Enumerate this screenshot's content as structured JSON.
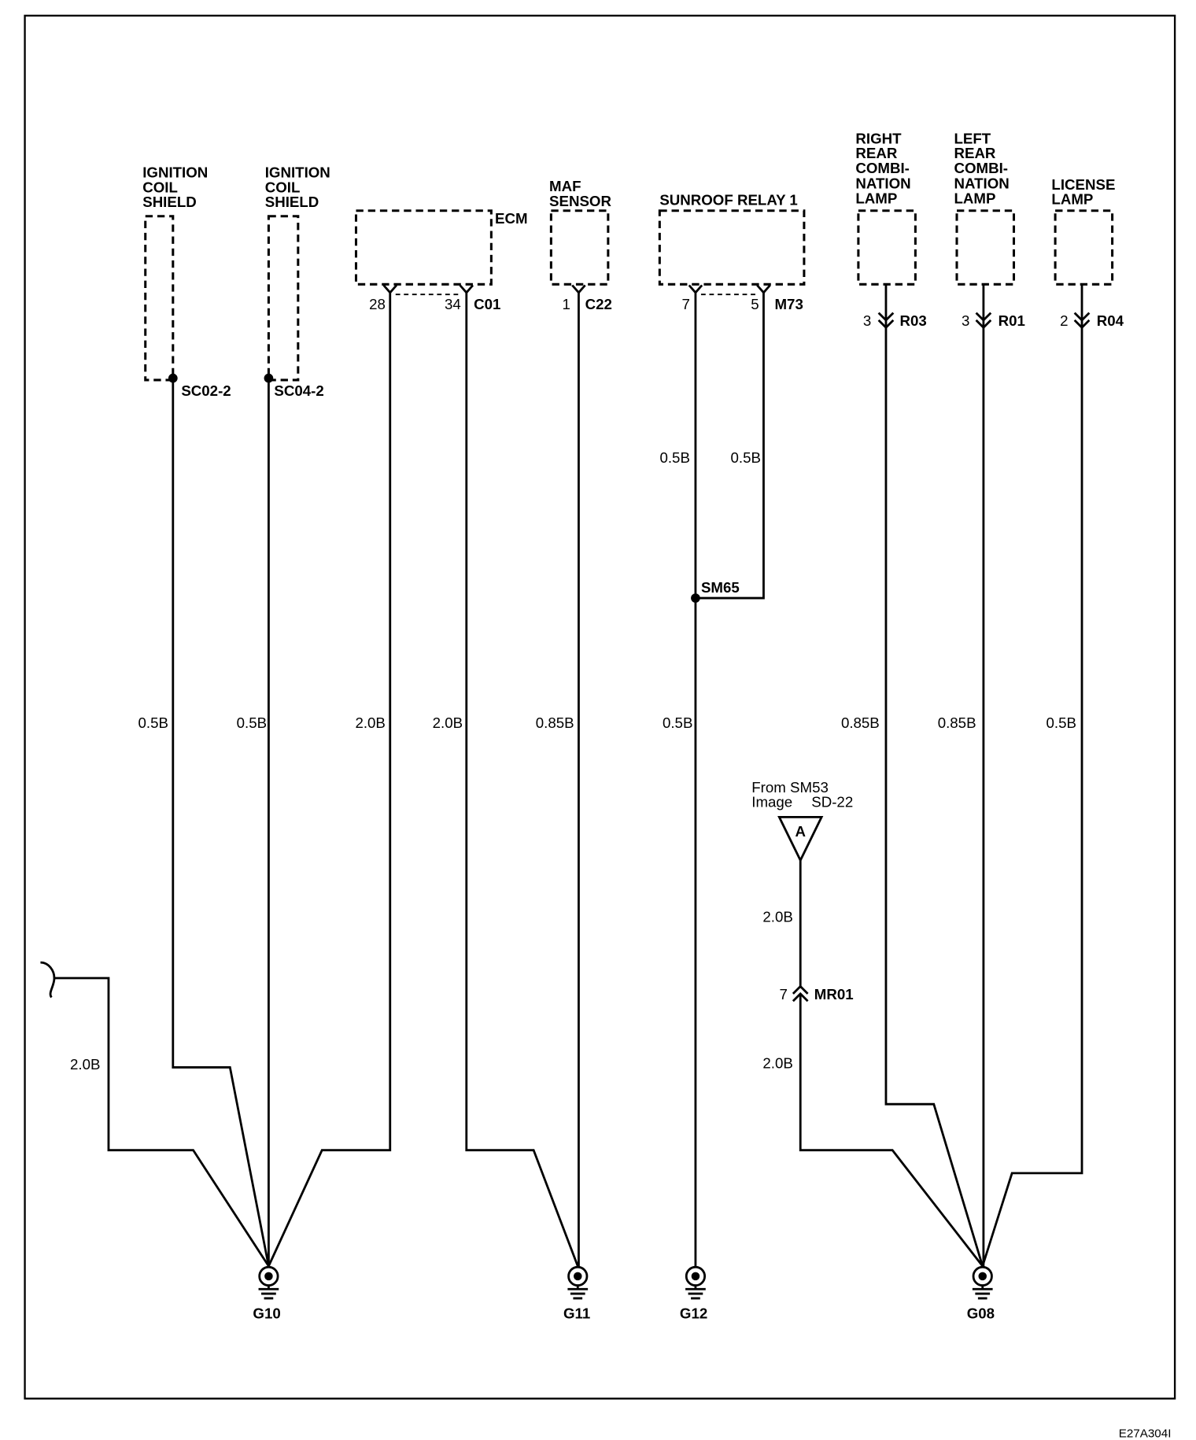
{
  "diagram_code": "E27A304I",
  "components": {
    "ignition_coil_shield_1": {
      "label": [
        "IGNITION",
        "COIL",
        "SHIELD"
      ],
      "splice": "SC02-2",
      "wire": "0.5B"
    },
    "ignition_coil_shield_2": {
      "label": [
        "IGNITION",
        "COIL",
        "SHIELD"
      ],
      "splice": "SC04-2",
      "wire": "0.5B"
    },
    "ecm": {
      "label": "ECM",
      "connector": "C01",
      "pins": [
        "28",
        "34"
      ],
      "wires": [
        "2.0B",
        "2.0B"
      ]
    },
    "maf_sensor": {
      "label": [
        "MAF",
        "SENSOR"
      ],
      "connector": "C22",
      "pin": "1",
      "wire": "0.85B"
    },
    "sunroof_relay": {
      "label": "SUNROOF RELAY 1",
      "connector": "M73",
      "pins": [
        "7",
        "5"
      ],
      "wires": [
        "0.5B",
        "0.5B"
      ],
      "splice": "SM65",
      "splice_wire": "0.5B"
    },
    "right_rear_lamp": {
      "label": [
        "RIGHT",
        "REAR",
        "COMBI-",
        "NATION",
        "LAMP"
      ],
      "connector": "R03",
      "pin": "3",
      "wire": "0.85B"
    },
    "left_rear_lamp": {
      "label": [
        "LEFT",
        "REAR",
        "COMBI-",
        "NATION",
        "LAMP"
      ],
      "connector": "R01",
      "pin": "3",
      "wire": "0.85B"
    },
    "license_lamp": {
      "label": [
        "LICENSE",
        "LAMP"
      ],
      "connector": "R04",
      "pin": "2",
      "wire": "0.5B"
    }
  },
  "offpage_a": {
    "from": "From SM53",
    "image_label": "Image",
    "image_ref": "SD-22",
    "letter": "A",
    "wire_upper": "2.0B",
    "connector": "MR01",
    "pin": "7",
    "wire_lower": "2.0B"
  },
  "external_wire": "2.0B",
  "grounds": [
    "G10",
    "G11",
    "G12",
    "G08"
  ]
}
